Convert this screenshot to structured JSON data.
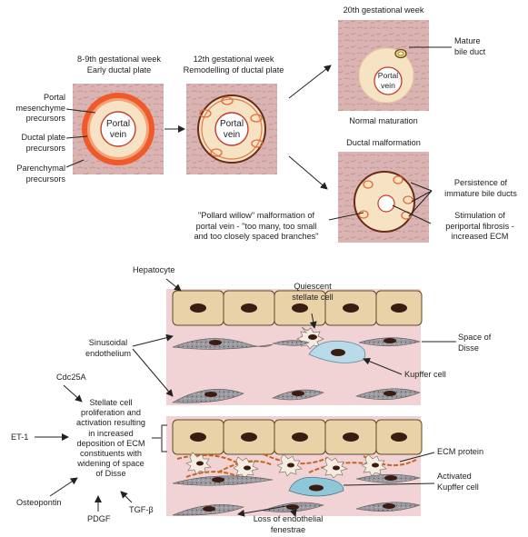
{
  "top": {
    "stage1": [
      "8-9th gestational week",
      "Early ductal plate"
    ],
    "stage2": [
      "12th gestational week",
      "Remodelling of ductal plate"
    ],
    "stage3": "20th gestational week",
    "mature_bile_duct": [
      "Mature",
      "bile duct"
    ],
    "normal_maturation": "Normal maturation",
    "ductal_malformation": "Ductal malformation",
    "portal_vein": [
      "Portal",
      "vein"
    ],
    "left_labels": {
      "portal_mesenchyme": [
        "Portal",
        "mesenchyme",
        "precursors"
      ],
      "ductal_plate": [
        "Ductal plate",
        "precursors"
      ],
      "parenchymal": [
        "Parenchymal",
        "precursors"
      ]
    },
    "persistence": [
      "Persistence of",
      "immature bile ducts"
    ],
    "stimulation": [
      "Stimulation of",
      "periportal fibrosis -",
      "increased ECM"
    ],
    "pollard": [
      "\"Pollard willow\" malformation of",
      "portal vein - \"too many, too small",
      "and too closely spaced branches\""
    ]
  },
  "bottom": {
    "hepatocyte": "Hepatocyte",
    "quiescent": [
      "Quiescent",
      "stellate cell"
    ],
    "space_of_disse": [
      "Space of",
      "Disse"
    ],
    "sinusoidal": [
      "Sinusoidal",
      "endothelium"
    ],
    "kupffer": "Kupffer cell",
    "cdc25a": "Cdc25A",
    "et1": "ET-1",
    "osteopontin": "Osteopontin",
    "pdgf": "PDGF",
    "tgfb": "TGF-β",
    "stellate_text": [
      "Stellate cell",
      "proliferation and",
      "activation resulting",
      "in increased",
      "deposition of ECM",
      "constituents with",
      "widening of space",
      "of Disse"
    ],
    "ecm_protein": "ECM protein",
    "activated_kupffer": [
      "Activated",
      "Kupffer cell"
    ],
    "loss": [
      "Loss of endothelial",
      "fenestrae"
    ]
  }
}
